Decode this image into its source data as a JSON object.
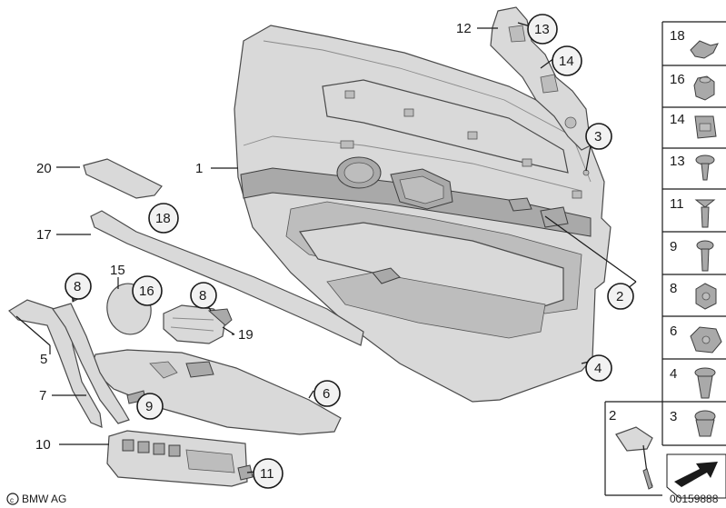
{
  "callouts": {
    "p1": "1",
    "p2": "2",
    "p3": "3",
    "p4": "4",
    "p5": "5",
    "p6": "6",
    "p7": "7",
    "p8a": "8",
    "p8b": "8",
    "p9": "9",
    "p10": "10",
    "p11": "11",
    "p12": "12",
    "p13": "13",
    "p14": "14",
    "p15": "15",
    "p16": "16",
    "p17": "17",
    "p18": "18",
    "p19": "19",
    "p20": "20",
    "p2b": "2"
  },
  "legend": [
    "18",
    "16",
    "14",
    "13",
    "11",
    "9",
    "8",
    "6",
    "4",
    "3"
  ],
  "footer": {
    "brand": "BMW AG",
    "diagram_number": "00159888"
  }
}
